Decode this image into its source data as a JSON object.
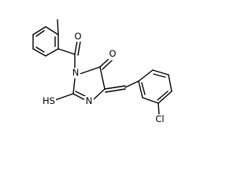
{
  "molecule": {
    "atom_labels": {
      "oxygen_amide": "O",
      "oxygen_ring": "O",
      "nitrogen_acyl": "N",
      "nitrogen_ring": "N",
      "thiol": "HS",
      "chlorine": "Cl"
    },
    "colors": {
      "bond": "#000000",
      "label": "#000000",
      "background": "#ffffff"
    }
  }
}
